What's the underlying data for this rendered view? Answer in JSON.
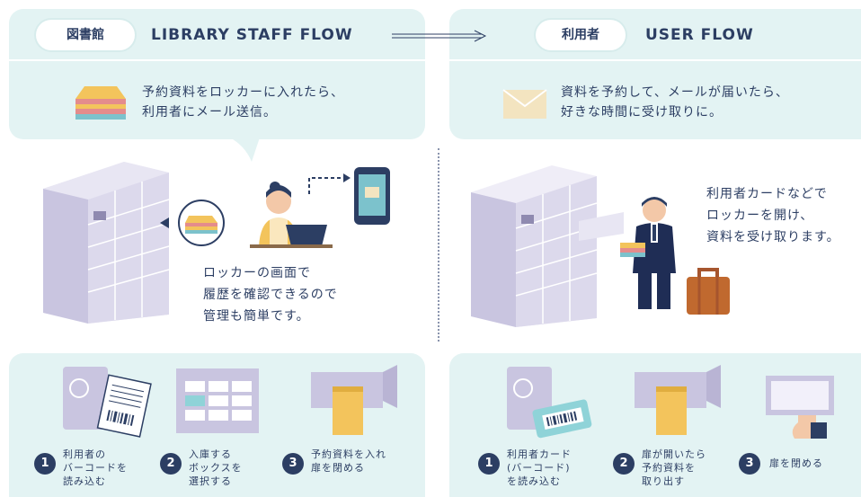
{
  "staff": {
    "badge": "図書館",
    "title": "LIBRARY STAFF FLOW",
    "message_line1": "予約資料をロッカーに入れたら、",
    "message_line2": "利用者にメール送信。",
    "note_line1": "ロッカーの画面で",
    "note_line2": "履歴を確認できるので",
    "note_line3": "管理も簡単です。",
    "steps": [
      {
        "num": "1",
        "label": "利用者の\nバーコードを\n読み込む"
      },
      {
        "num": "2",
        "label": "入庫する\nボックスを\n選択する"
      },
      {
        "num": "3",
        "label": "予約資料を入れ\n扉を閉める"
      }
    ]
  },
  "user": {
    "badge": "利用者",
    "title": "USER FLOW",
    "message_line1": "資料を予約して、メールが届いたら、",
    "message_line2": "好きな時間に受け取りに。",
    "note_line1": "利用者カードなどで",
    "note_line2": "ロッカーを開け、",
    "note_line3": "資料を受け取ります。",
    "steps": [
      {
        "num": "1",
        "label": "利用者カード\n(バーコード)\nを読み込む"
      },
      {
        "num": "2",
        "label": "扉が開いたら\n予約資料を\n取り出す"
      },
      {
        "num": "3",
        "label": "扉を閉める"
      }
    ]
  },
  "colors": {
    "panel": "#e3f3f3",
    "navy": "#2c3e63",
    "locker": "#d9d6ea",
    "locker_dark": "#b9b4d4",
    "book_yellow": "#f3c45c",
    "book_red": "#e48c8c",
    "book_blue": "#7cc2cc",
    "envelope": "#f3e4c0"
  },
  "icons": [
    "arrow-right-icon",
    "books-icon",
    "envelope-icon",
    "locker-icon",
    "phone-mail-icon",
    "librarian-icon",
    "user-icon",
    "suitcase-icon",
    "barcode-icon",
    "screen-grid-icon",
    "door-icon",
    "card-icon",
    "hand-icon"
  ]
}
